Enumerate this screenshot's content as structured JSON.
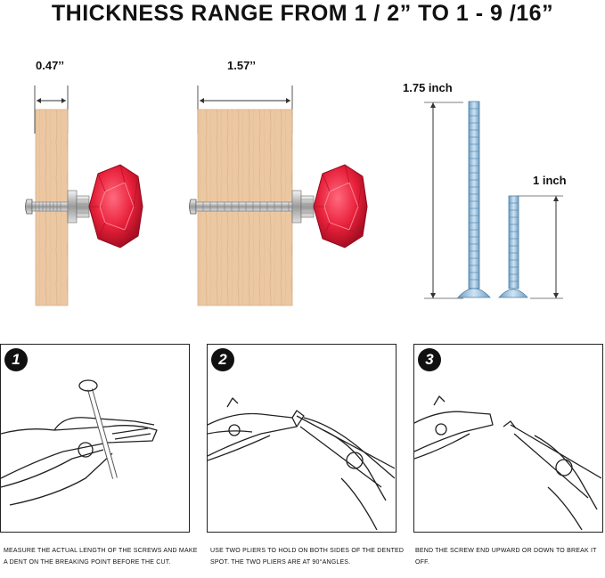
{
  "title": "THICKNESS RANGE FROM 1 / 2” TO 1 - 9 /16”",
  "dimensions": {
    "thin_board": "0.47’’",
    "thick_board": "1.57’’",
    "long_screw": "1.75 inch",
    "short_screw": "1 inch"
  },
  "colors": {
    "wood": "#ecc8a2",
    "knob": "#e8203a",
    "screw": "#9cc3df",
    "outline": "#222222"
  },
  "steps": [
    {
      "number": "1",
      "caption": "MEASURE THE ACTUAL LENGTH OF THE SCREWS AND MAKE A DENT ON THE BREAKING POINT BEFORE THE CUT."
    },
    {
      "number": "2",
      "caption": "USE TWO PLIERS TO HOLD ON BOTH SIDES OF THE DENTED SPOT. THE TWO PLIERS ARE AT 90°ANGLES."
    },
    {
      "number": "3",
      "caption": "BEND THE SCREW END UPWARD OR DOWN TO BREAK IT OFF."
    }
  ]
}
